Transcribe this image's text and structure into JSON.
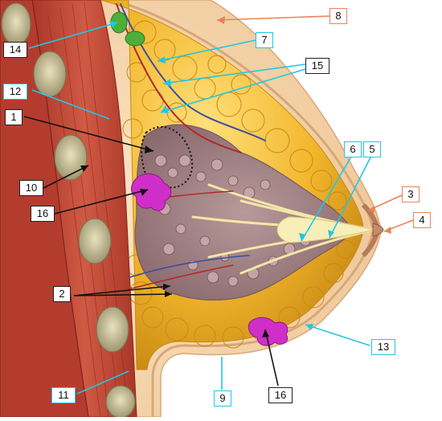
{
  "diagram": {
    "labels": [
      {
        "id": "1",
        "text": "1",
        "style": "black"
      },
      {
        "id": "2",
        "text": "2",
        "style": "black"
      },
      {
        "id": "3",
        "text": "3",
        "style": "orange"
      },
      {
        "id": "4",
        "text": "4",
        "style": "orange"
      },
      {
        "id": "5",
        "text": "5",
        "style": "cyan"
      },
      {
        "id": "6",
        "text": "6",
        "style": "cyan"
      },
      {
        "id": "7",
        "text": "7",
        "style": "cyan"
      },
      {
        "id": "8",
        "text": "8",
        "style": "orange"
      },
      {
        "id": "9",
        "text": "9",
        "style": "cyan"
      },
      {
        "id": "10",
        "text": "10",
        "style": "black"
      },
      {
        "id": "11",
        "text": "11",
        "style": "cyan"
      },
      {
        "id": "12",
        "text": "12",
        "style": "cyan"
      },
      {
        "id": "13",
        "text": "13",
        "style": "cyan"
      },
      {
        "id": "14",
        "text": "14",
        "style": "black"
      },
      {
        "id": "15",
        "text": "15",
        "style": "black"
      },
      {
        "id": "16a",
        "text": "16",
        "style": "black"
      },
      {
        "id": "16b",
        "text": "16",
        "style": "black"
      }
    ],
    "colors": {
      "skin": "#f6d6ac",
      "skin_edge": "#d9a878",
      "muscle": "#c44a3a",
      "muscle_dark": "#8f2a20",
      "fat": "#f2b62c",
      "fat_edge": "#c98a14",
      "gland": "#9a7a7a",
      "duct": "#f3e7a8",
      "tumor": "#d02ec8",
      "lymph": "#4caf3a",
      "rib": "#c9c29a",
      "nipple": "#c98a6a",
      "leader_cyan": "#1ec8e6",
      "leader_orange": "#e8835a",
      "leader_black": "#111111"
    }
  }
}
